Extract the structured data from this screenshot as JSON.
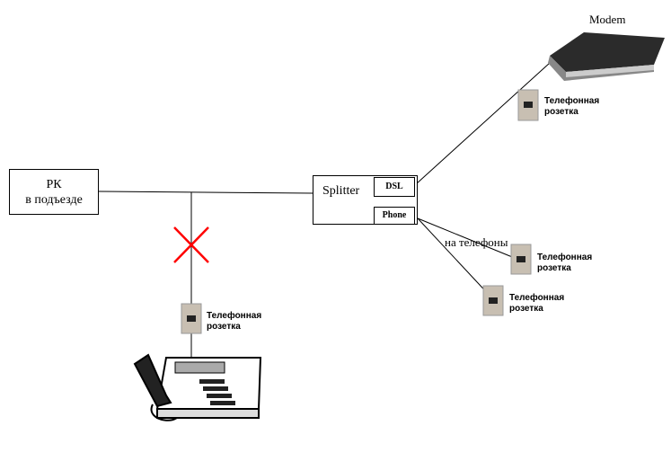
{
  "pk_box": {
    "line1": "РК",
    "line2": "в подъезде"
  },
  "splitter": {
    "label": "Splitter",
    "dsl_port": "DSL",
    "phone_port": "Phone"
  },
  "modem": {
    "label": "Modem"
  },
  "socket_label": {
    "line1": "Телефонная",
    "line2": "розетка"
  },
  "phones_label": "на телефоны",
  "colors": {
    "line": "#000000",
    "cross": "#ff0000",
    "socket": "#c8bfb2",
    "modem": "#2b2b2b"
  }
}
